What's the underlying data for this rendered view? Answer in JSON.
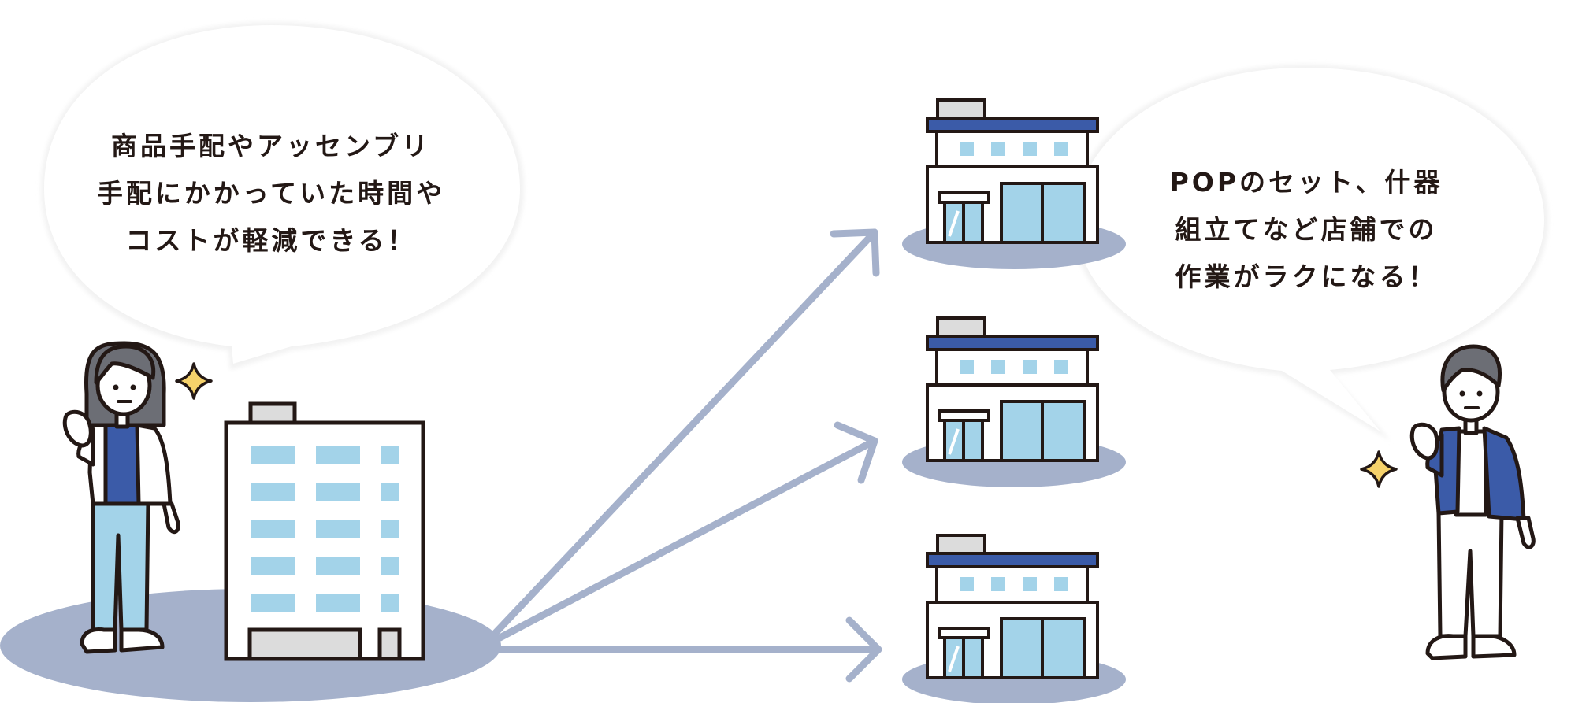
{
  "left_bubble": {
    "lines": [
      "商品手配やアッセンブリ",
      "手配にかかっていた時間や",
      "コストが軽減できる！"
    ]
  },
  "right_bubble": {
    "lines": [
      "POPのセット、什器",
      "組立てなど店舗での",
      "作業がラクになる！"
    ]
  },
  "colors": {
    "outline": "#231815",
    "navy": "#3b5ba8",
    "light_blue": "#a3d3e9",
    "shadow": "#a5b1cb",
    "arrow": "#a5b1cb",
    "gray": "#dcdcdc",
    "sparkle": "#f6d26b",
    "hair": "#6c6e75"
  }
}
